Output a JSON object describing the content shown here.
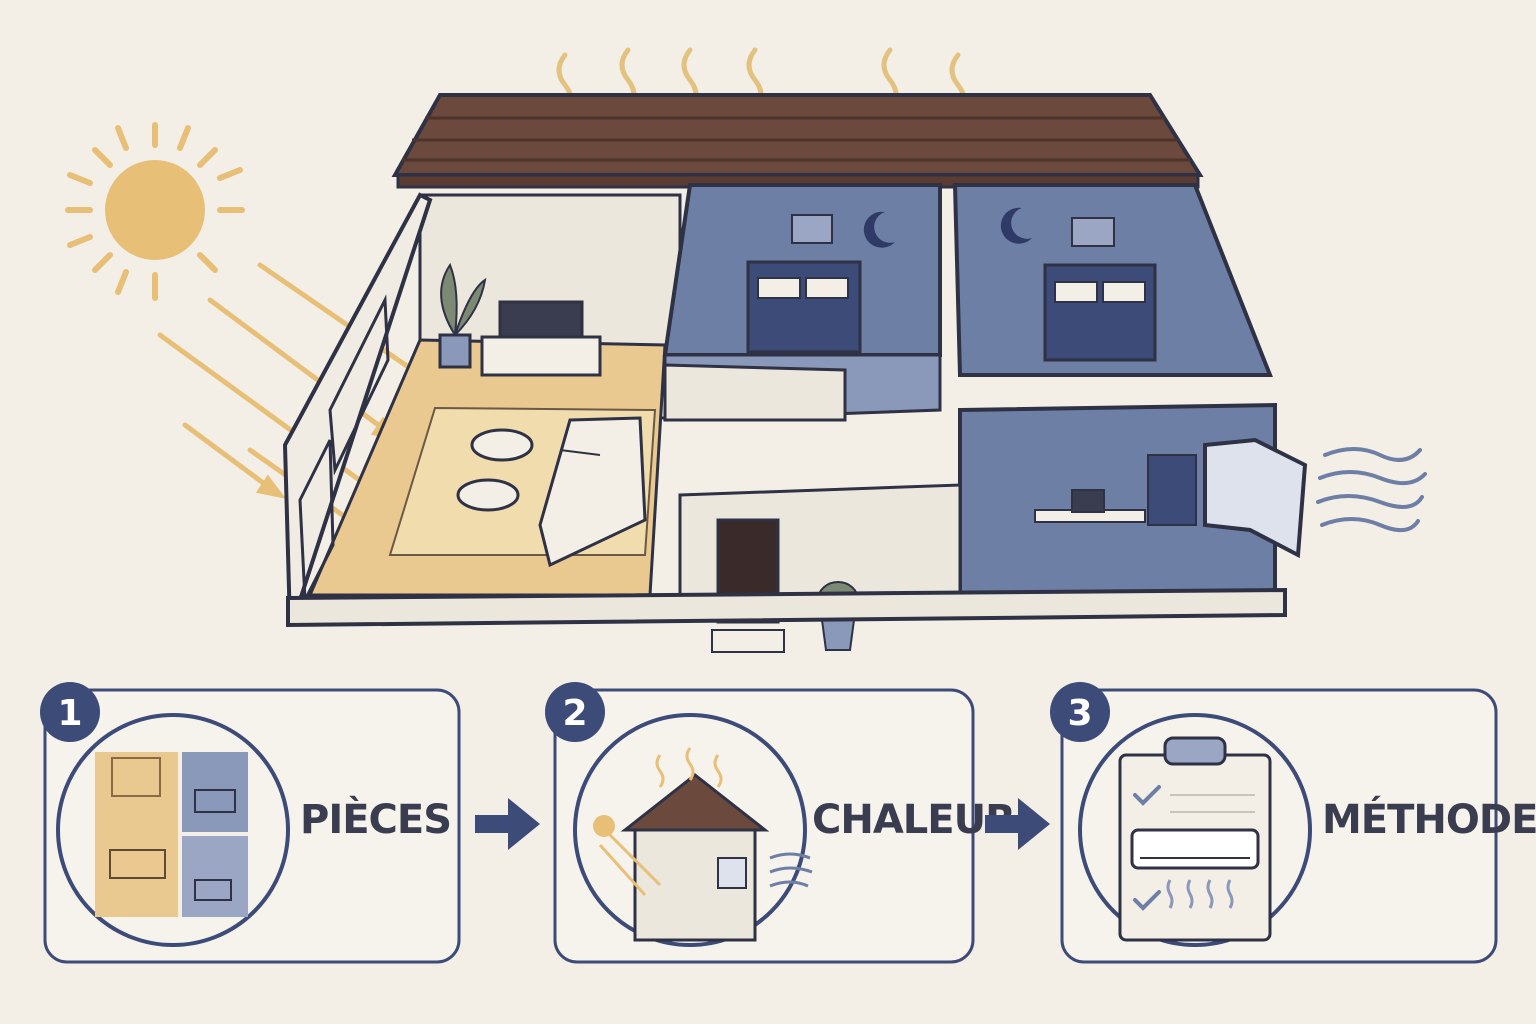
{
  "colors": {
    "background": "#f3efe7",
    "outline": "#2f3145",
    "sun": "#e8bf76",
    "sunny_floor": "#e9c98f",
    "night_room": "#6e7fa6",
    "night_floor": "#8a98ba",
    "roof": "#6b4a3d",
    "accent_blue": "#3d4b78",
    "wall": "#ebe7dd"
  },
  "icons": [
    "sun-icon",
    "moon-icon",
    "heat-wave-icon",
    "wind-icon",
    "arrow-right-icon",
    "checkmark-icon",
    "clipboard-icon",
    "air-conditioner-icon"
  ],
  "steps": [
    {
      "number": "1",
      "label": "PIÈCES",
      "icon": "rooms-plan-icon"
    },
    {
      "number": "2",
      "label": "CHALEUR",
      "icon": "house-heat-icon"
    },
    {
      "number": "3",
      "label": "MÉTHODE",
      "icon": "clipboard-ac-icon"
    }
  ]
}
